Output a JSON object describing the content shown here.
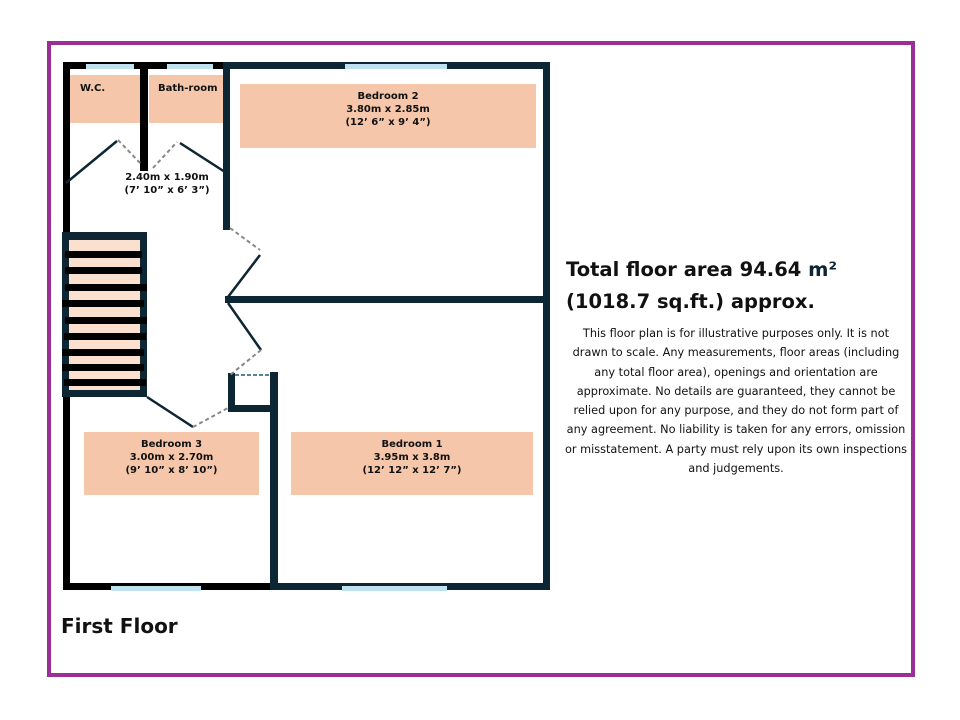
{
  "colors": {
    "frame": "#9b2f96",
    "wall_dark": "#0d2633",
    "wall_black": "#000000",
    "room_fill": "#f6c6aa",
    "window": "#bfe1f0",
    "stair_fill": "#fbe0d0"
  },
  "rooms": {
    "wc": {
      "name": "W.C."
    },
    "bathroom": {
      "name": "Bath-room"
    },
    "landing": {
      "metric": "2.40m x 1.90m",
      "imperial": "(7’ 10” x 6’ 3”)"
    },
    "bedroom2": {
      "name": "Bedroom 2",
      "metric": "3.80m x 2.85m",
      "imperial": "(12’ 6” x 9’ 4”)"
    },
    "bedroom3": {
      "name": "Bedroom 3",
      "metric": "3.00m x 2.70m",
      "imperial": "(9’ 10” x 8’ 10”)"
    },
    "bedroom1": {
      "name": "Bedroom 1",
      "metric": "3.95m x 3.8m",
      "imperial": "(12’ 12” x 12’ 7”)"
    }
  },
  "summary": {
    "title_line1": "Total floor area 94.64 ",
    "title_unit": "m²",
    "title_line2": "(1018.7 sq.ft.) approx.",
    "disclaimer": "This floor plan is for illustrative purposes only. It is not drawn to scale. Any measurements, floor areas (including any total floor area), openings and orientation are approximate. No details are guaranteed, they cannot be relied upon for any purpose, and they do not form part of any agreement. No liability is taken for any errors, omission or misstatement. A party must rely upon its own inspections and judgements."
  },
  "floor_label": "First Floor"
}
